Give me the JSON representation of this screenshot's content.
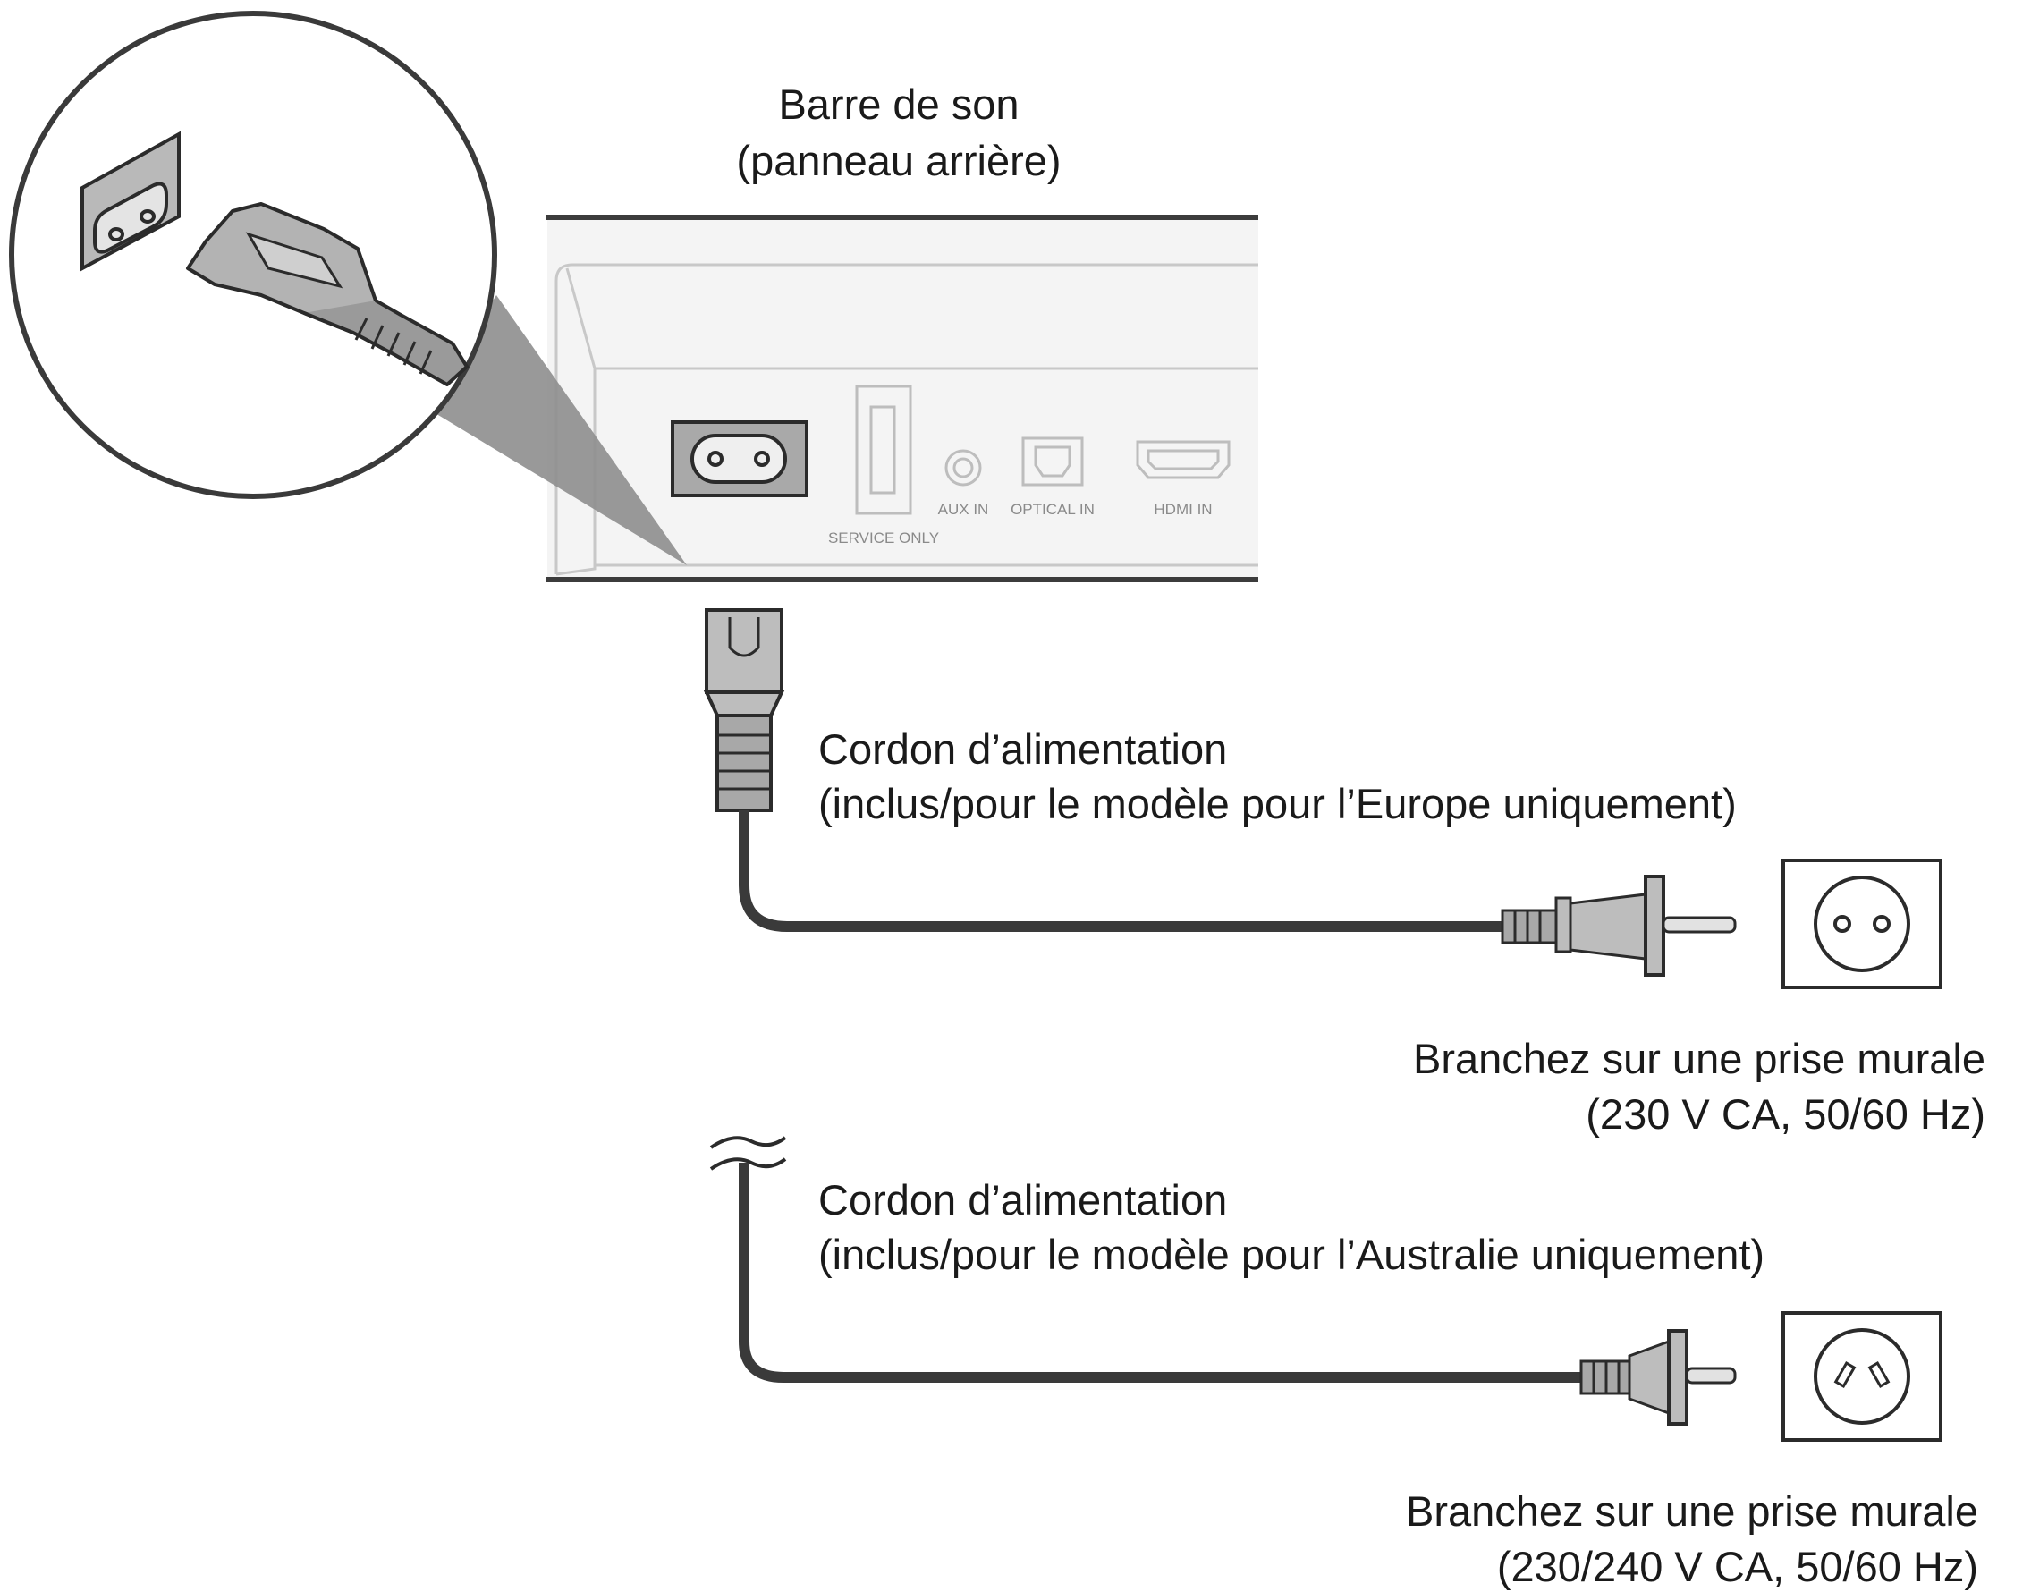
{
  "soundbar": {
    "title_line1": "Barre de son",
    "title_line2": "(panneau arrière)",
    "ports": {
      "service": "SERVICE ONLY",
      "aux": "AUX IN",
      "optical": "OPTICAL IN",
      "hdmi": "HDMI IN"
    }
  },
  "cord_europe": {
    "line1": "Cordon d’alimentation",
    "line2": "(inclus/pour le modèle pour l’Europe uniquement)"
  },
  "outlet_europe": {
    "line1": "Branchez sur une prise murale",
    "line2": "(230 V CA, 50/60 Hz)"
  },
  "cord_australia": {
    "line1": "Cordon d’alimentation",
    "line2": "(inclus/pour le modèle pour l’Australie uniquement)"
  },
  "outlet_australia": {
    "line1": "Branchez sur une prise murale",
    "line2": "(230/240 V CA, 50/60 Hz)"
  }
}
